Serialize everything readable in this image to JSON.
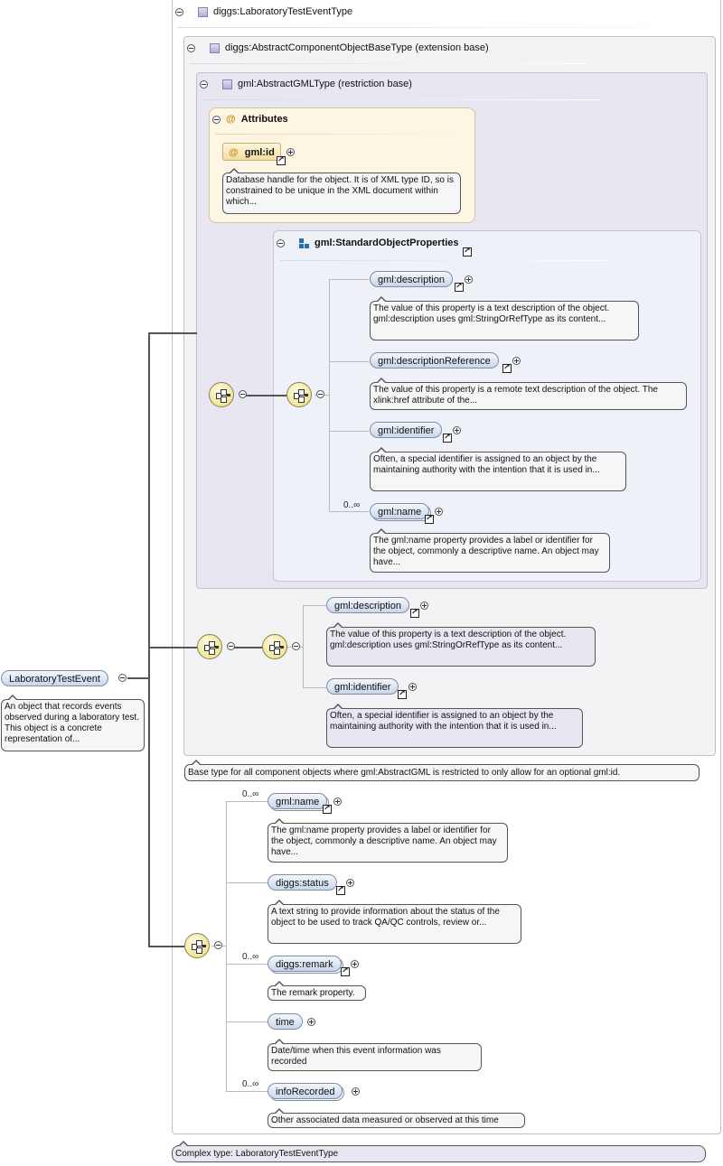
{
  "root": {
    "name": "LaboratoryTestEvent",
    "doc": "An object that records events observed during a laboratory test. This object is a concrete representation of..."
  },
  "complex_type": {
    "title": "diggs:LaboratoryTestEventType",
    "footer": "Complex type: LaboratoryTestEventType"
  },
  "extension": {
    "title": "diggs:AbstractComponentObjectBaseType (extension base)",
    "doc": "Base type for all component objects where gml:AbstractGML is restricted to only allow for an optional gml:id."
  },
  "restriction": {
    "title": "gml:AbstractGMLType (restriction base)"
  },
  "attributes": {
    "title": "Attributes",
    "attr_name": "gml:id",
    "attr_doc": "Database handle for the object. It is of XML type ID, so is constrained to be unique in the XML document within which..."
  },
  "group": {
    "title": "gml:StandardObjectProperties",
    "elements": [
      {
        "name": "gml:description",
        "doc": "The value of this property is a text description of the object. gml:description uses gml:StringOrRefType as its content..."
      },
      {
        "name": "gml:descriptionReference",
        "doc": "The value of this property is a remote text description of the object. The xlink:href attribute of the..."
      },
      {
        "name": "gml:identifier",
        "doc": "Often, a special identifier is assigned to an object by the maintaining authority with the intention that it is used in..."
      },
      {
        "name": "gml:name",
        "card": "0..∞",
        "doc": "The gml:name property provides a label or identifier for the object, commonly a descriptive name. An object may have..."
      }
    ]
  },
  "ext_elements": [
    {
      "name": "gml:description",
      "doc": "The value of this property is a text description of the object. gml:description uses gml:StringOrRefType as its content..."
    },
    {
      "name": "gml:identifier",
      "doc": "Often, a special identifier is assigned to an object by the maintaining authority with the intention that it is used in..."
    }
  ],
  "main_elements": [
    {
      "name": "gml:name",
      "card": "0..∞",
      "doc": "The gml:name property provides a label or identifier for the object, commonly a descriptive name. An object may have..."
    },
    {
      "name": "diggs:status",
      "doc": "A text string to provide information about the status of the object to be used to track QA/QC controls, review or..."
    },
    {
      "name": "diggs:remark",
      "card": "0..∞",
      "doc": "The remark property."
    },
    {
      "name": "time",
      "doc": "Date/time when this event information was recorded"
    },
    {
      "name": "infoRecorded",
      "card": "0..∞",
      "doc": "Other associated data measured or observed at this time"
    }
  ],
  "icons": [
    "collapse-icon",
    "expand-icon",
    "reference-arrow-icon",
    "sequence-compositor-icon",
    "complex-type-icon",
    "attribute-icon",
    "group-icon"
  ]
}
